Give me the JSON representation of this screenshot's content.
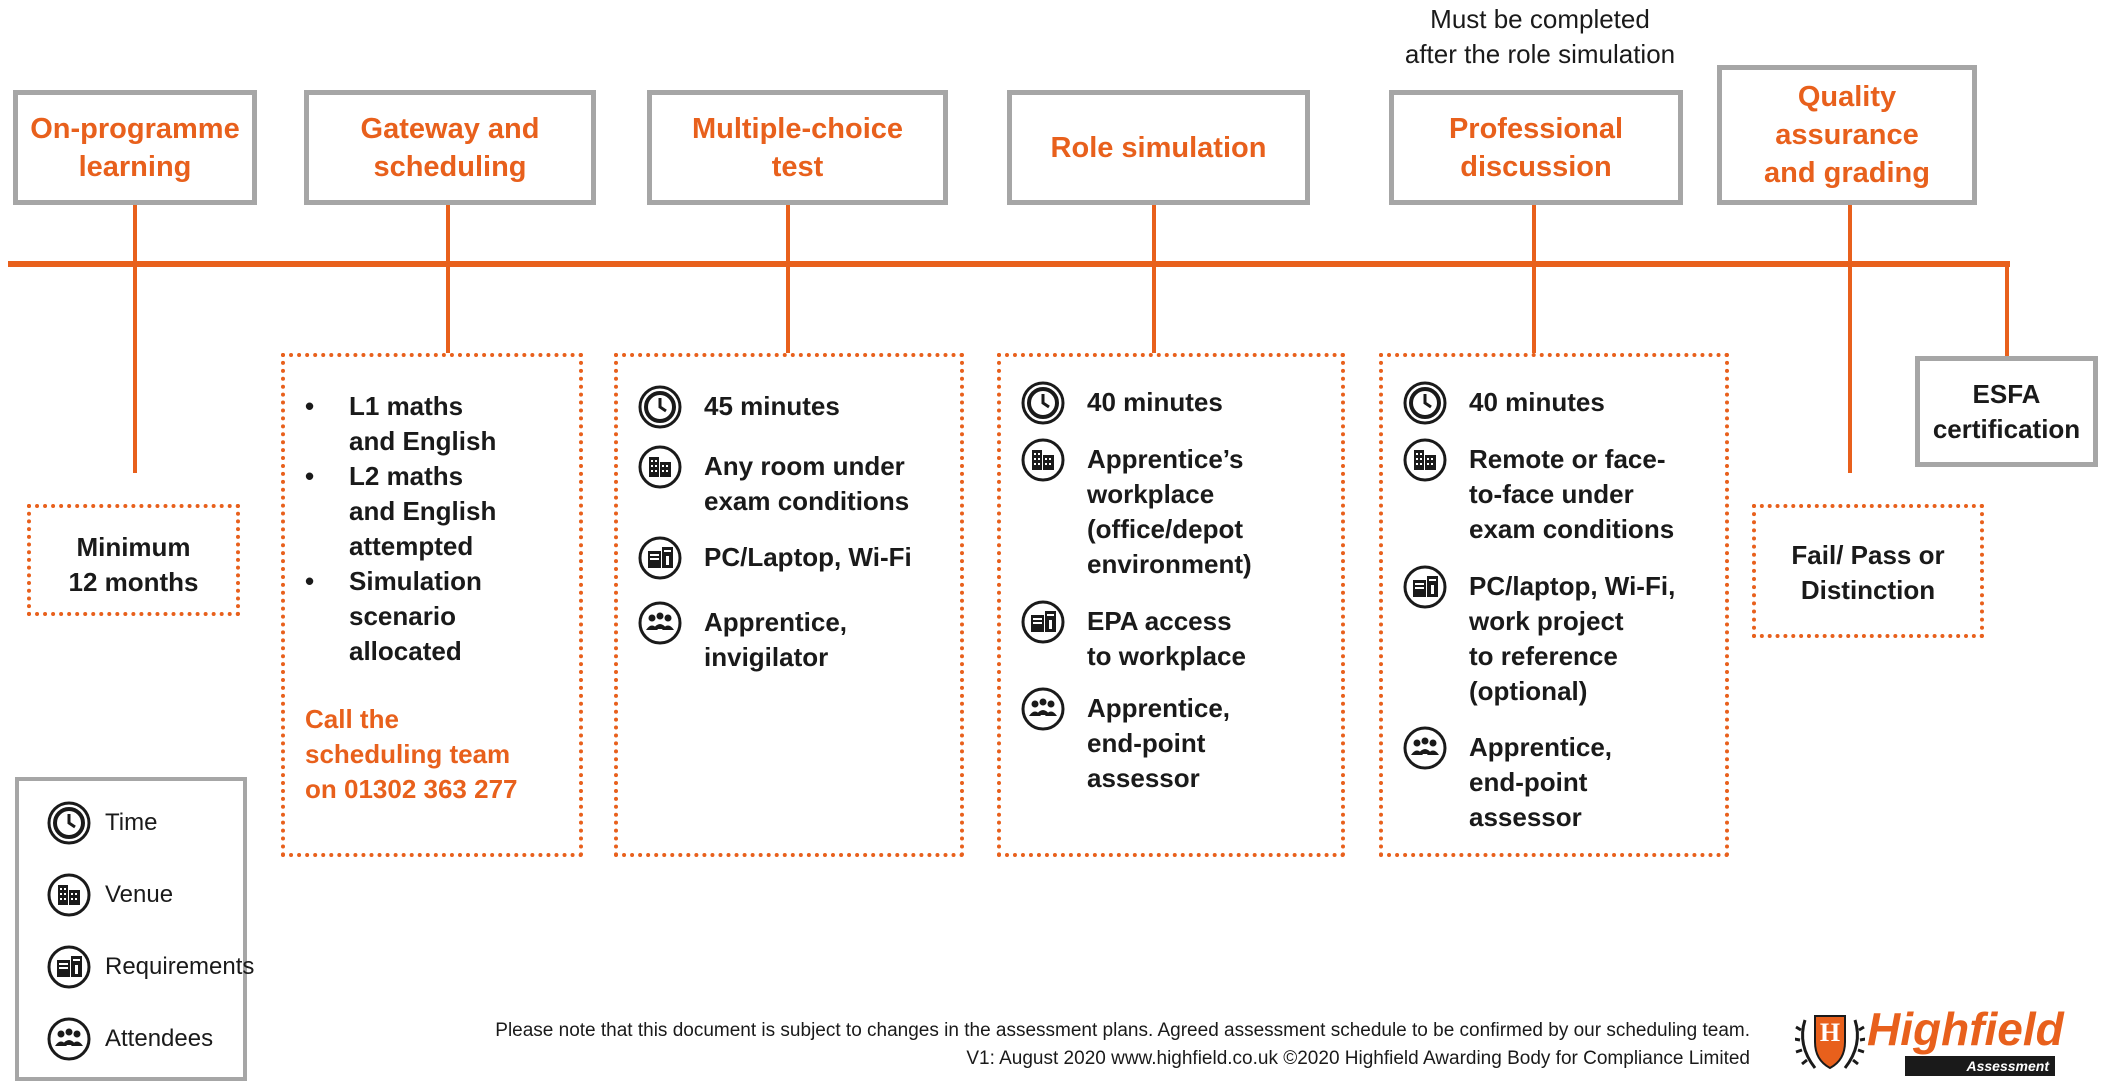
{
  "top_note": "Must be completed\nafter the role simulation",
  "stages": [
    {
      "title": "On-programme\nlearning"
    },
    {
      "title": "Gateway and\nscheduling"
    },
    {
      "title": "Multiple-choice\ntest"
    },
    {
      "title": "Role simulation"
    },
    {
      "title": "Professional\ndiscussion"
    },
    {
      "title": "Quality\nassurance\nand grading"
    }
  ],
  "on_programme": {
    "duration": "Minimum\n12 months"
  },
  "gateway": {
    "bullets": [
      "L1 maths\nand English",
      "L2 maths\nand English\nattempted",
      "Simulation\nscenario\nallocated"
    ],
    "call": "Call the\nscheduling team\non 01302 363 277"
  },
  "mcq": {
    "time": "45 minutes",
    "venue": "Any room under\nexam conditions",
    "requirements": "PC/Laptop, Wi-Fi",
    "attendees": "Apprentice,\ninvigilator"
  },
  "role_sim": {
    "time": "40 minutes",
    "venue": "Apprentice’s\nworkplace\n(office/depot\nenvironment)",
    "requirements": "EPA access\nto workplace",
    "attendees": "Apprentice,\nend-point\nassessor"
  },
  "prof_disc": {
    "time": "40 minutes",
    "venue": "Remote or face-\nto-face under\nexam conditions",
    "requirements": "PC/laptop, Wi-Fi,\nwork project\nto reference\n(optional)",
    "attendees": "Apprentice,\nend-point\nassessor"
  },
  "grading": {
    "result": "Fail/ Pass or\nDistinction"
  },
  "esfa": {
    "label": "ESFA\ncertification"
  },
  "legend": [
    {
      "icon": "clock-icon",
      "label": "Time"
    },
    {
      "icon": "buildings-icon",
      "label": "Venue"
    },
    {
      "icon": "requirements-icon",
      "label": "Requirements"
    },
    {
      "icon": "people-icon",
      "label": "Attendees"
    }
  ],
  "footer": {
    "line1": "Please note that this document is subject to changes in the assessment plans.  Agreed assessment schedule to be confirmed by our scheduling team.",
    "line2": "V1: August 2020   www.highfield.co.uk   ©2020 Highfield Awarding Body for Compliance Limited"
  },
  "logo": {
    "name": "Highfield",
    "sub": "Assessment",
    "letter": "H"
  },
  "colors": {
    "accent": "#e8601c",
    "border": "#a6a6a6",
    "text": "#1a1a1a"
  }
}
